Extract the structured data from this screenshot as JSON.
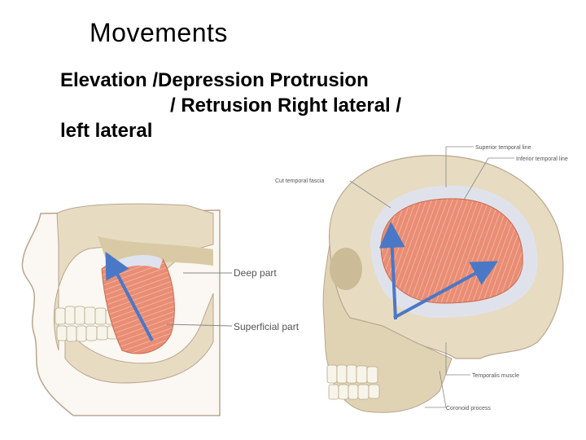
{
  "slide": {
    "title": "Movements",
    "body": {
      "line1": "Elevation /Depression  Protrusion",
      "line2": "/ Retrusion  Right lateral /",
      "line3": "left lateral"
    }
  },
  "left_figure": {
    "labels": {
      "deep_part": "Deep part",
      "superficial_part": "Superficial part"
    }
  },
  "right_figure": {
    "labels": {
      "superior_temporal_line": "Superior temporal line",
      "inferior_temporal_line": "Inferior temporal line",
      "cut_temporal_fascia": "Cut temporal fascia",
      "temporalis_muscle": "Temporalis muscle",
      "coronoid_process": "Coronoid process"
    }
  },
  "colors": {
    "bone": "#e7dcc2",
    "bone_shadow": "#cfc1a0",
    "muscle": "#e98d74",
    "muscle_light": "#f2b9a7",
    "tendon": "#dfe2ef",
    "arrow": "#4a78c6",
    "skin_outline": "#b9a58f"
  },
  "icons": [
    "arrow-up-icon",
    "arrow-diagonal-icon"
  ]
}
